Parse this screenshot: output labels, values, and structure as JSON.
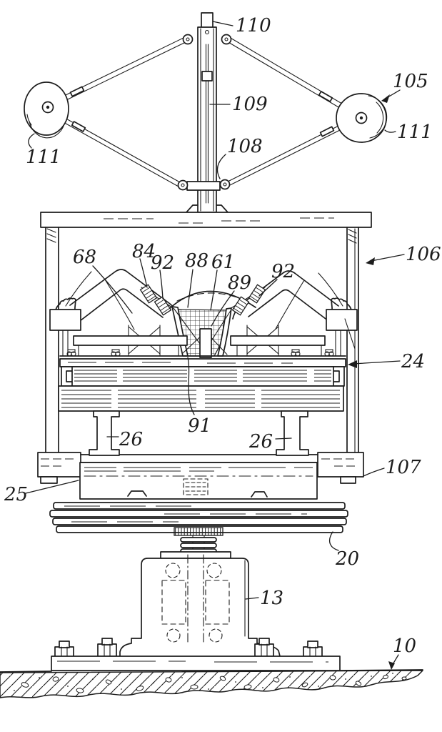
{
  "figure": {
    "kind": "patent-line-drawing",
    "colors": {
      "ink": "#1c1c1c",
      "paper": "#ffffff"
    },
    "labels": {
      "ref110": "110",
      "ref105": "105",
      "ref109": "109",
      "ref108": "108",
      "ref111_left": "111",
      "ref111_right": "111",
      "ref106": "106",
      "ref68": "68",
      "ref84": "84",
      "ref92_left": "92",
      "ref88": "88",
      "ref61": "61",
      "ref89": "89",
      "ref92_right": "92",
      "ref24": "24",
      "ref91": "91",
      "ref26_left": "26",
      "ref26_right": "26",
      "ref107": "107",
      "ref25": "25",
      "ref20": "20",
      "ref13": "13",
      "ref10": "10"
    }
  }
}
